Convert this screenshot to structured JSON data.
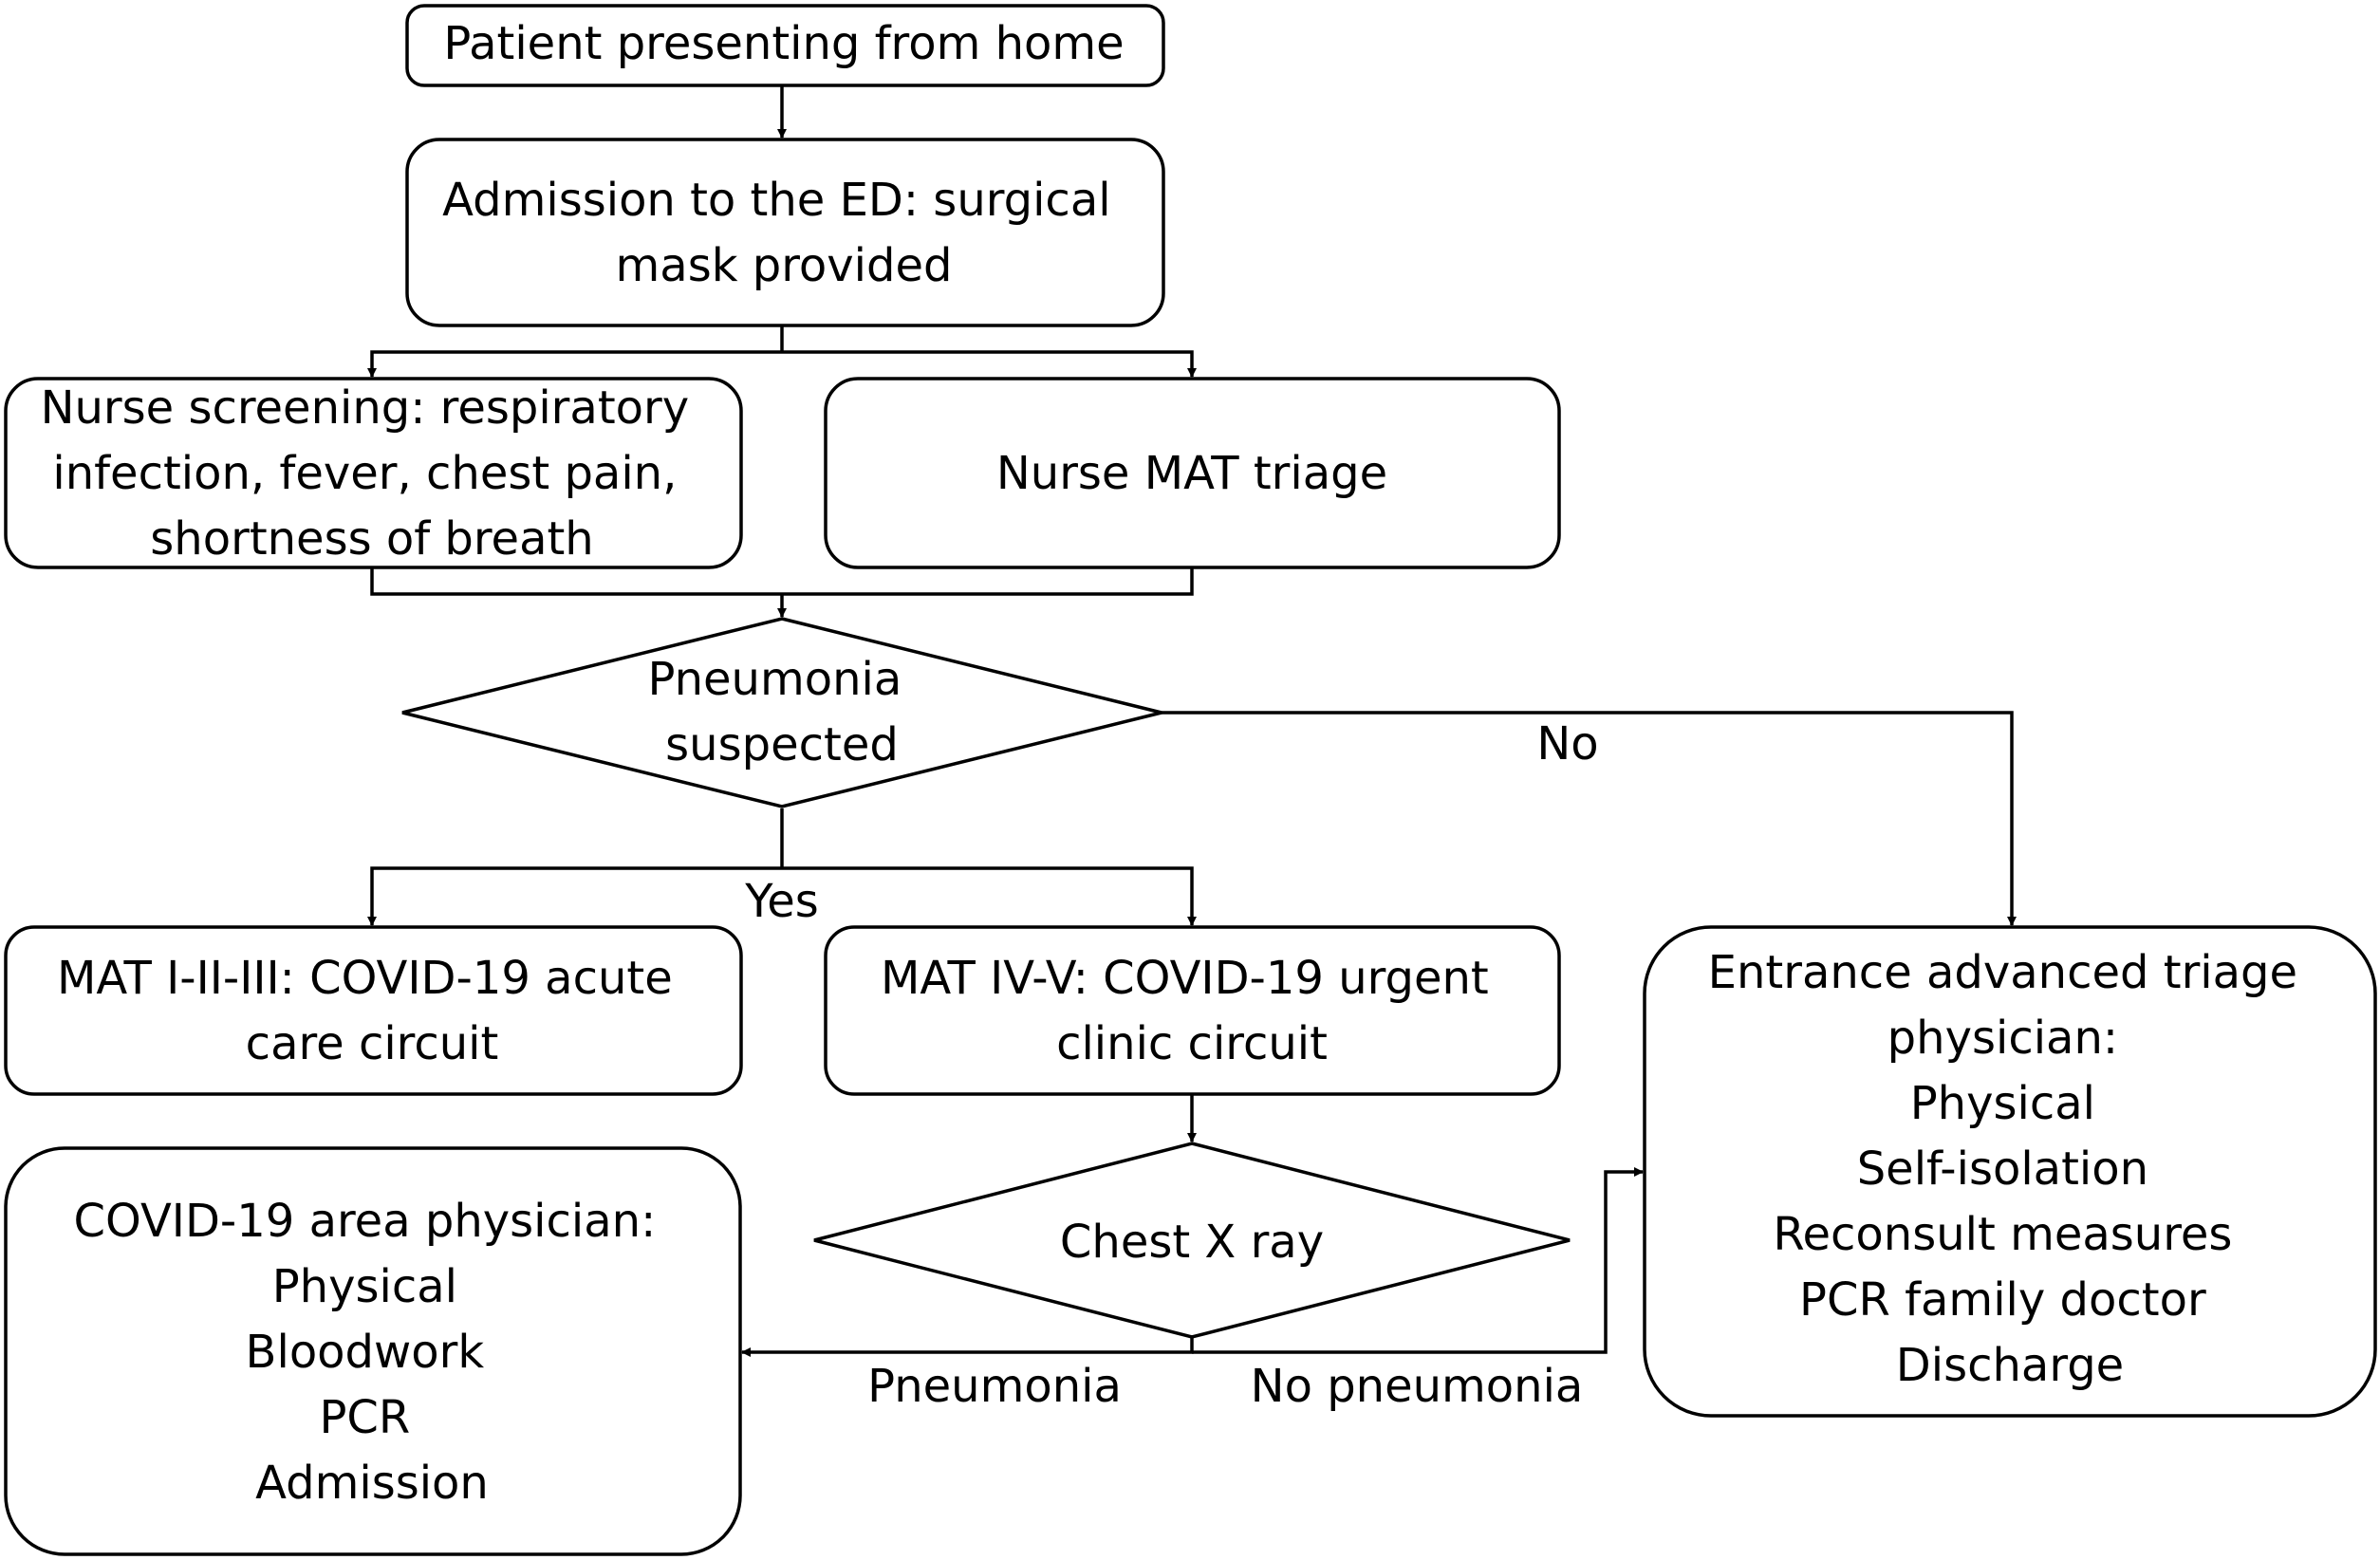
{
  "nodes": {
    "start": {
      "lines": [
        "Patient presenting from home"
      ]
    },
    "admission": {
      "lines": [
        "Admission to the ED: surgical",
        "mask provided"
      ]
    },
    "nurse_screening": {
      "lines": [
        "Nurse screening: respiratory",
        "infection, fever, chest pain,",
        "shortness of breath"
      ]
    },
    "nurse_triage": {
      "lines": [
        "Nurse MAT triage"
      ]
    },
    "pneumonia_decision": {
      "lines": [
        "Pneumonia",
        "suspected"
      ]
    },
    "mat_1_3": {
      "lines": [
        "MAT I-II-III: COVID-19 acute",
        "care circuit"
      ]
    },
    "mat_4_5": {
      "lines": [
        "MAT IV-V: COVID-19 urgent",
        "clinic circuit"
      ]
    },
    "chest_xray": {
      "lines": [
        "Chest X ray"
      ]
    },
    "covid_physician": {
      "lines": [
        "COVID-19 area physician:",
        "Physical",
        "Bloodwork",
        "PCR",
        "Admission"
      ]
    },
    "advanced_triage": {
      "lines": [
        "Entrance advanced triage",
        "physician:",
        "Physical",
        "Self-isolation",
        "Reconsult measures",
        "PCR family doctor",
        "Discharge"
      ]
    }
  },
  "edge_labels": {
    "yes": "Yes",
    "no": "No",
    "pneumonia": "Pneumonia",
    "no_pneumonia": "No pneumonia"
  },
  "colors": {
    "stroke": "#000000",
    "fill": "#ffffff",
    "text": "#000000"
  }
}
